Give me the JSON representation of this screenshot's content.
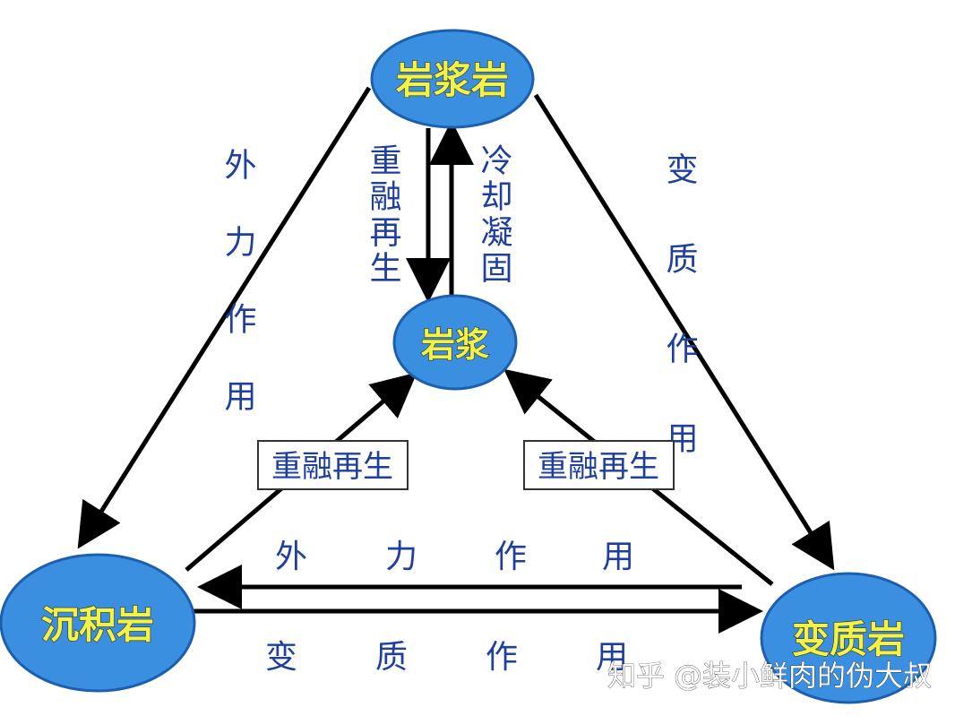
{
  "colors": {
    "node_fill": "#3b8fe0",
    "node_stroke": "#1c5fae",
    "node_text": "#f2f24a",
    "label_text": "#1f3f9e",
    "arrow": "#000000"
  },
  "nodes": {
    "igneous": "岩浆岩",
    "magma": "岩浆",
    "sedimentary": "沉积岩",
    "metamorphic": "变质岩"
  },
  "labels": {
    "left_side": "外力作用",
    "right_side": "变质作用",
    "center_down": "重融再生",
    "center_up": "冷却凝固",
    "box_left": "重融再生",
    "box_right": "重融再生",
    "bottom_top": [
      "外",
      "力",
      "作",
      "用"
    ],
    "bottom_bottom": [
      "变",
      "质",
      "作",
      "用"
    ]
  },
  "watermark": "知乎 @装小鲜肉的伪大叔"
}
